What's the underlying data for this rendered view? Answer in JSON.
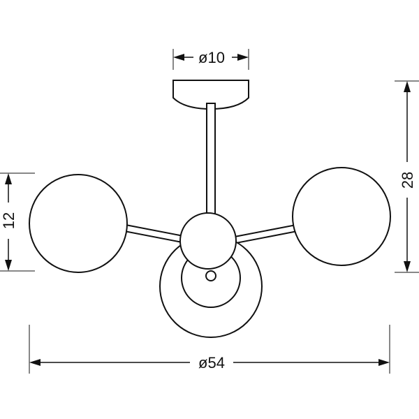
{
  "dimensions": {
    "canopy_diameter": "ø10",
    "total_height": "28",
    "globe_height": "12",
    "total_diameter": "ø54"
  }
}
